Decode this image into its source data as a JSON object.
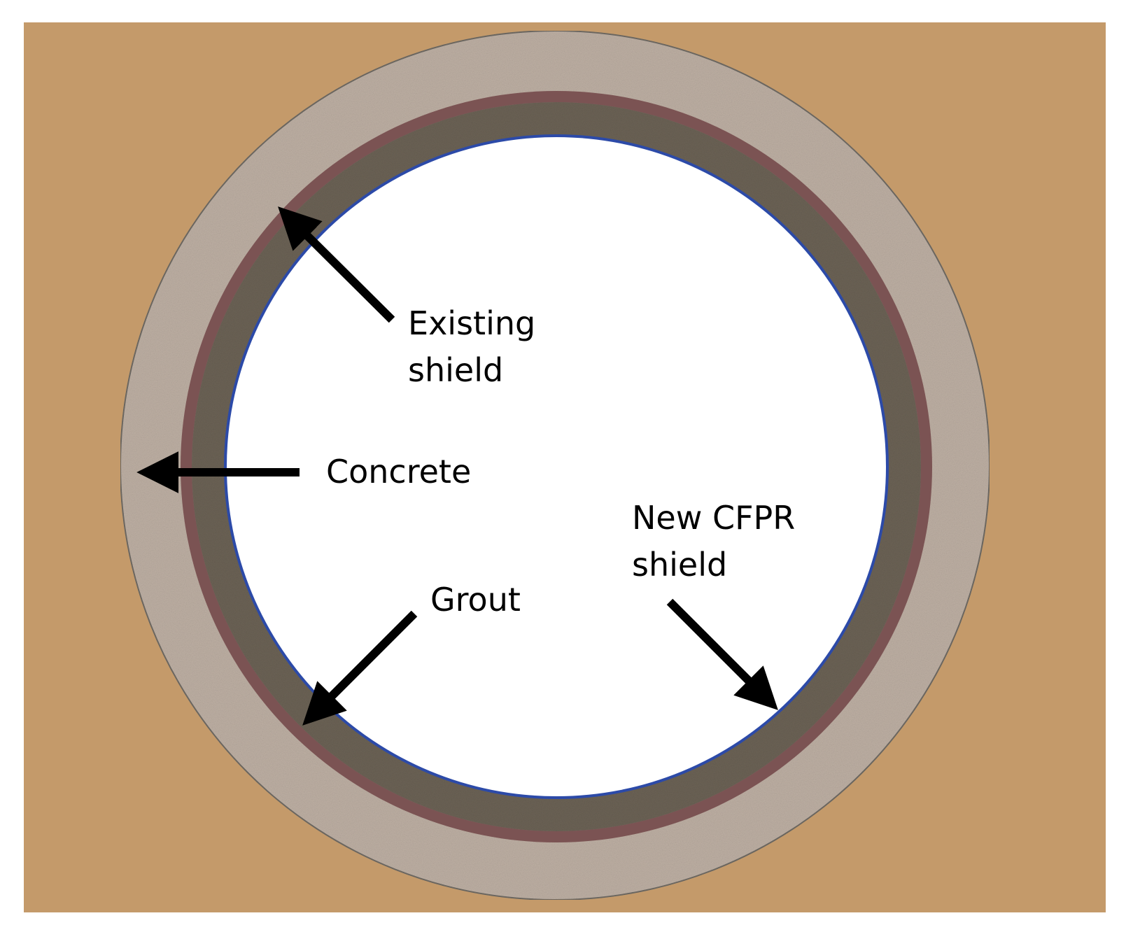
{
  "colors": {
    "soil": "#C49A6A",
    "concrete": "#BDAFA3",
    "concrete_outline": "#6F6A63",
    "existing_shield": "#7B5353",
    "grout": "#6B6255",
    "new_shield": "#2C4AA8",
    "interior": "#FFFFFF",
    "arrow": "#000000"
  },
  "labels": {
    "existing_shield": [
      "Existing",
      "shield"
    ],
    "concrete": "Concrete",
    "grout": "Grout",
    "new_cfpr_shield": [
      "New CFPR",
      "shield"
    ]
  }
}
